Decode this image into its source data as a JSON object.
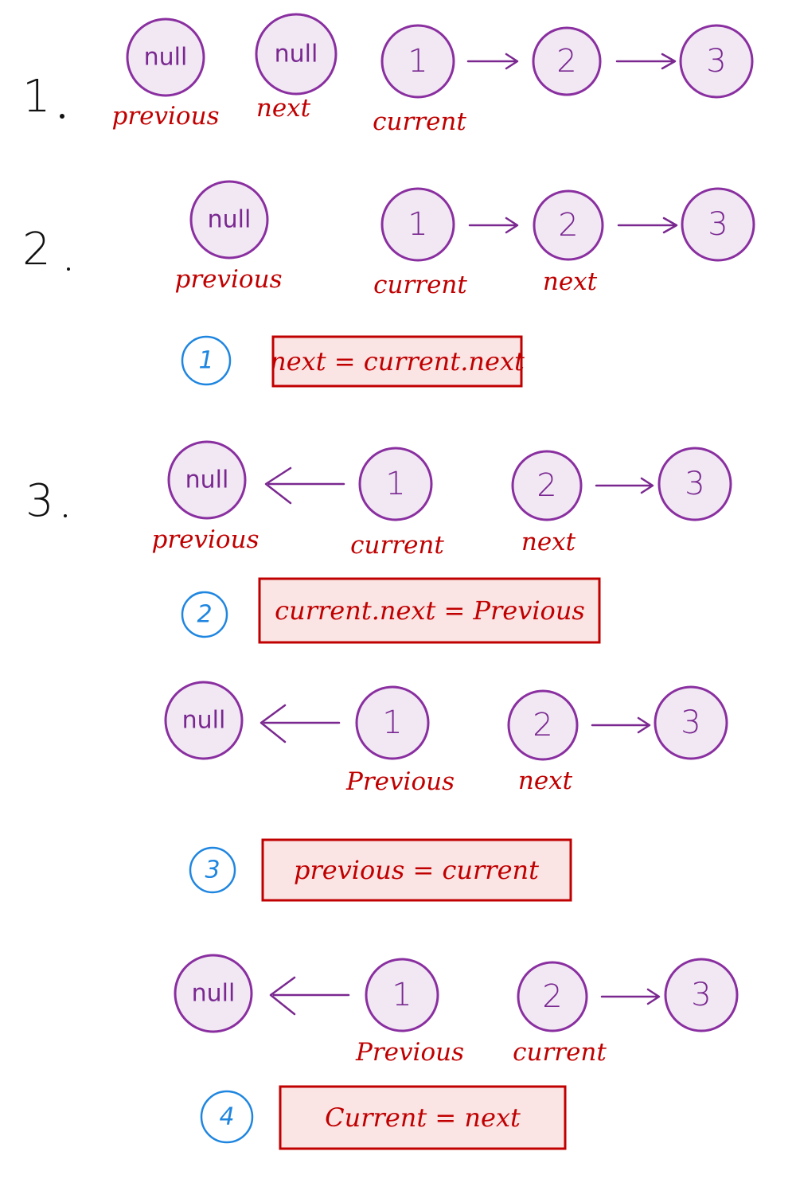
{
  "steps": [
    {
      "label": "1",
      "nodes": [
        "null",
        "null",
        "1",
        "2",
        "3"
      ],
      "pointers": [
        "previous",
        "next",
        "current"
      ]
    },
    {
      "label": "2",
      "nodes": [
        "null",
        "1",
        "2",
        "3"
      ],
      "pointers": [
        "previous",
        "current",
        "next"
      ],
      "op_number": "1",
      "code": "next = current.next"
    },
    {
      "label": "3",
      "nodes": [
        "null",
        "1",
        "2",
        "3"
      ],
      "pointers": [
        "previous",
        "current",
        "next"
      ],
      "op_number": "2",
      "code": "current.next = Previous"
    },
    {
      "nodes": [
        "null",
        "1",
        "2",
        "3"
      ],
      "pointers": [
        "Previous",
        "next"
      ],
      "op_number": "3",
      "code": "previous = current"
    },
    {
      "nodes": [
        "null",
        "1",
        "2",
        "3"
      ],
      "pointers": [
        "Previous",
        "current"
      ],
      "op_number": "4",
      "code": "Current = next"
    }
  ],
  "colors": {
    "node_fill": "#f1e8f4",
    "node_stroke": "#8a2fa0",
    "pointer_label": "#c00000",
    "op_marker": "#1f86e0",
    "code_box_fill": "#fbe4e4",
    "code_box_stroke": "#c00000"
  }
}
